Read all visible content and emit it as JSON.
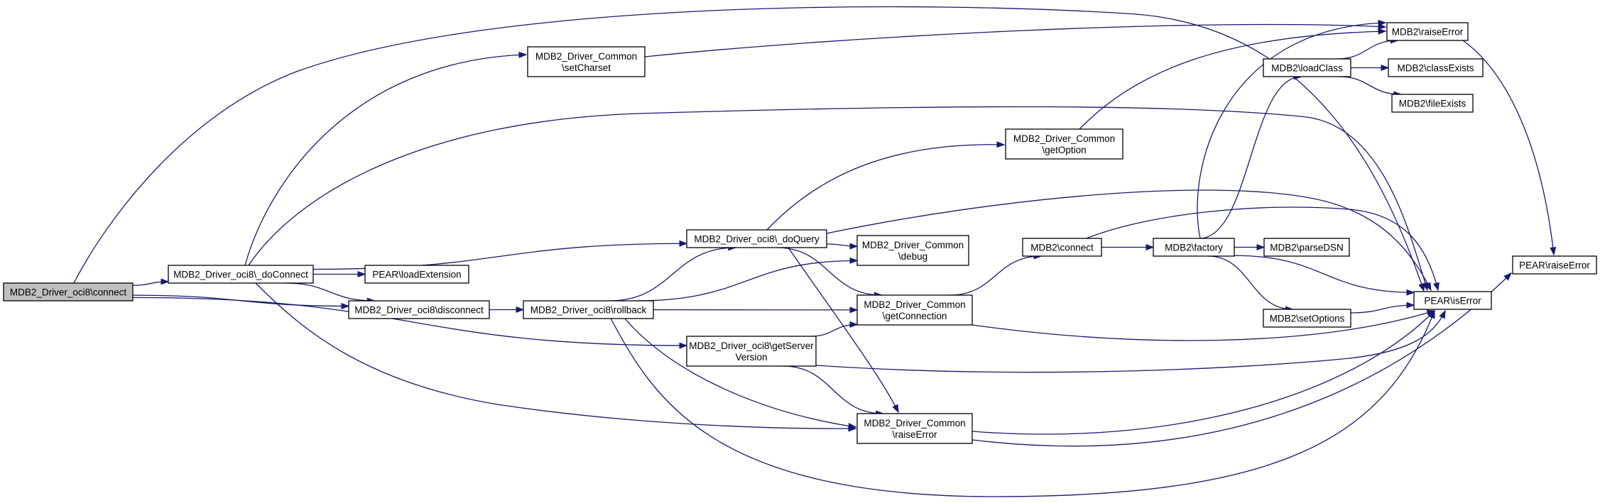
{
  "nodes": [
    {
      "id": "connect",
      "lines": [
        "MDB2_Driver_oci8\\connect"
      ],
      "root": true
    },
    {
      "id": "doConnect",
      "lines": [
        "MDB2_Driver_oci8\\_doConnect"
      ]
    },
    {
      "id": "setCharset",
      "lines": [
        "MDB2_Driver_Common",
        "\\setCharset"
      ]
    },
    {
      "id": "loadExtension",
      "lines": [
        "PEAR\\loadExtension"
      ]
    },
    {
      "id": "disconnect",
      "lines": [
        "MDB2_Driver_oci8\\disconnect"
      ]
    },
    {
      "id": "rollback",
      "lines": [
        "MDB2_Driver_oci8\\rollback"
      ]
    },
    {
      "id": "doQuery",
      "lines": [
        "MDB2_Driver_oci8\\_doQuery"
      ]
    },
    {
      "id": "getServerVersion",
      "lines": [
        "MDB2_Driver_oci8\\getServer",
        "Version"
      ]
    },
    {
      "id": "getOption",
      "lines": [
        "MDB2_Driver_Common",
        "\\getOption"
      ]
    },
    {
      "id": "debug",
      "lines": [
        "MDB2_Driver_Common",
        "\\debug"
      ]
    },
    {
      "id": "getConnection",
      "lines": [
        "MDB2_Driver_Common",
        "\\getConnection"
      ]
    },
    {
      "id": "commonRaiseError",
      "lines": [
        "MDB2_Driver_Common",
        "\\raiseError"
      ]
    },
    {
      "id": "mdb2Connect",
      "lines": [
        "MDB2\\connect"
      ]
    },
    {
      "id": "factory",
      "lines": [
        "MDB2\\factory"
      ]
    },
    {
      "id": "loadClass",
      "lines": [
        "MDB2\\loadClass"
      ]
    },
    {
      "id": "parseDSN",
      "lines": [
        "MDB2\\parseDSN"
      ]
    },
    {
      "id": "setOptions",
      "lines": [
        "MDB2\\setOptions"
      ]
    },
    {
      "id": "mdb2RaiseError",
      "lines": [
        "MDB2\\raiseError"
      ]
    },
    {
      "id": "classExists",
      "lines": [
        "MDB2\\classExists"
      ]
    },
    {
      "id": "fileExists",
      "lines": [
        "MDB2\\fileExists"
      ]
    },
    {
      "id": "isError",
      "lines": [
        "PEAR\\isError"
      ]
    },
    {
      "id": "pearRaiseError",
      "lines": [
        "PEAR\\raiseError"
      ]
    }
  ],
  "edges": [
    [
      "connect",
      "doConnect"
    ],
    [
      "connect",
      "disconnect"
    ],
    [
      "connect",
      "getServerVersion"
    ],
    [
      "connect",
      "isError"
    ],
    [
      "doConnect",
      "setCharset"
    ],
    [
      "doConnect",
      "loadExtension"
    ],
    [
      "doConnect",
      "disconnect"
    ],
    [
      "doConnect",
      "doQuery"
    ],
    [
      "doConnect",
      "commonRaiseError"
    ],
    [
      "doConnect",
      "isError"
    ],
    [
      "setCharset",
      "mdb2RaiseError"
    ],
    [
      "disconnect",
      "rollback"
    ],
    [
      "rollback",
      "doQuery"
    ],
    [
      "rollback",
      "debug"
    ],
    [
      "rollback",
      "getConnection"
    ],
    [
      "rollback",
      "commonRaiseError"
    ],
    [
      "rollback",
      "isError"
    ],
    [
      "doQuery",
      "getOption"
    ],
    [
      "doQuery",
      "debug"
    ],
    [
      "doQuery",
      "getConnection"
    ],
    [
      "doQuery",
      "commonRaiseError"
    ],
    [
      "doQuery",
      "isError"
    ],
    [
      "getServerVersion",
      "getConnection"
    ],
    [
      "getServerVersion",
      "commonRaiseError"
    ],
    [
      "getServerVersion",
      "isError"
    ],
    [
      "getOption",
      "mdb2RaiseError"
    ],
    [
      "getConnection",
      "mdb2Connect"
    ],
    [
      "getConnection",
      "isError"
    ],
    [
      "commonRaiseError",
      "isError"
    ],
    [
      "commonRaiseError",
      "pearRaiseError"
    ],
    [
      "mdb2Connect",
      "factory"
    ],
    [
      "mdb2Connect",
      "isError"
    ],
    [
      "factory",
      "loadClass"
    ],
    [
      "factory",
      "parseDSN"
    ],
    [
      "factory",
      "setOptions"
    ],
    [
      "factory",
      "mdb2RaiseError"
    ],
    [
      "factory",
      "isError"
    ],
    [
      "loadClass",
      "mdb2RaiseError"
    ],
    [
      "loadClass",
      "classExists"
    ],
    [
      "loadClass",
      "fileExists"
    ],
    [
      "setOptions",
      "isError"
    ],
    [
      "mdb2RaiseError",
      "pearRaiseError"
    ]
  ]
}
